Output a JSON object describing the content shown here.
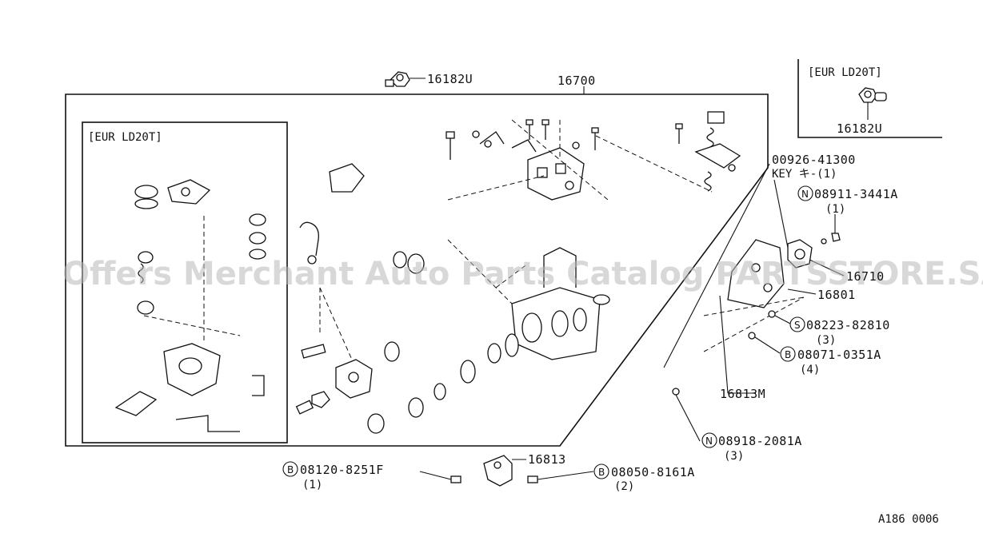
{
  "labels": {
    "main_assembly": "16700",
    "sensor_top": "16182U",
    "sensor_inset": "16182U",
    "inset_top_right_title": "[EUR LD20T]",
    "inset_left_title": "[EUR LD20T]",
    "key_part": "00926-41300",
    "key_desc": "KEY キ-(1)",
    "nut_prefix": "N",
    "nut_top": "08911-3441A",
    "nut_top_qty": "(1)",
    "part_16710": "16710",
    "bracket_16801": "16801",
    "screw_prefix": "S",
    "screw_part": "08223-82810",
    "screw_qty": "(3)",
    "bolt_prefix": "B",
    "bolt_part": "08071-0351A",
    "bolt_qty": "(4)",
    "bracket_16813m": "16813M",
    "nut_lower_prefix": "N",
    "nut_lower": "08918-2081A",
    "nut_lower_qty": "(3)",
    "bracket_16813": "16813",
    "bolt_left_prefix": "B",
    "bolt_left": "08120-8251F",
    "bolt_left_qty": "(1)",
    "bolt_right_prefix": "B",
    "bolt_right": "08050-8161A",
    "bolt_right_qty": "(2)",
    "figure_ref": "A186 0006"
  },
  "watermark": "Offers Merchant Auto Parts Catalog PARTSSTORE.SA"
}
